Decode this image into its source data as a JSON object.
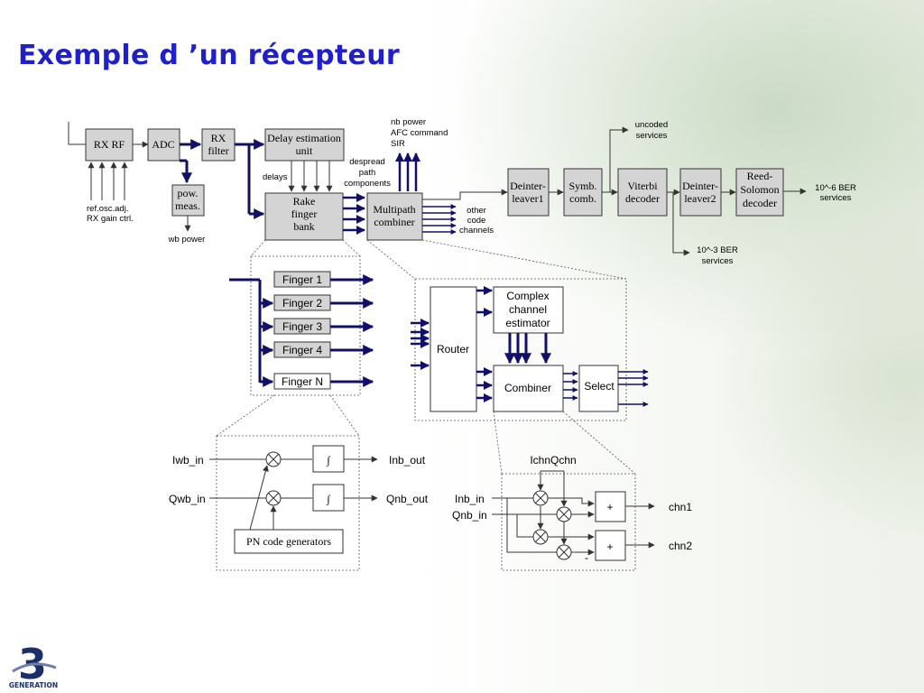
{
  "title": "Exemple d ’un récepteur",
  "blocks": {
    "rx_rf": "RX RF",
    "adc": "ADC",
    "rx_filter": [
      "RX",
      "filter"
    ],
    "delay_est": [
      "Delay estimation",
      "unit"
    ],
    "pow_meas": [
      "pow.",
      "meas."
    ],
    "rake": [
      "Rake",
      "finger",
      "bank"
    ],
    "multipath": [
      "Multipath",
      "combiner"
    ],
    "deint1": [
      "Deinter-",
      "leaver1"
    ],
    "symb": [
      "Symb.",
      "comb."
    ],
    "viterbi": [
      "Viterbi",
      "decoder"
    ],
    "deint2": [
      "Deinter-",
      "leaver2"
    ],
    "rs": [
      "Reed-",
      "Solomon",
      "decoder"
    ],
    "router": "Router",
    "cce": [
      "Complex",
      "channel",
      "estimator"
    ],
    "combiner": "Combiner",
    "select": "Select",
    "pn": "PN code generators"
  },
  "labels": {
    "ref_osc": "ref.osc.adj.",
    "rx_gain": "RX gain ctrl.",
    "wb_power": "wb power",
    "delays": "delays",
    "nb_power": "nb power",
    "afc": "AFC command",
    "sir": "SIR",
    "despread": [
      "despread",
      "path",
      "components"
    ],
    "other": [
      "other",
      "code",
      "channels"
    ],
    "uncoded": [
      "uncoded",
      "services"
    ],
    "ber6": [
      "10^-6 BER",
      "services"
    ],
    "ber3": [
      "10^-3 BER",
      "services"
    ],
    "iwb_in": "Iwb_in",
    "qwb_in": "Qwb_in",
    "inb_out": "Inb_out",
    "qnb_out": "Qnb_out",
    "ichnqchn": "IchnQchn",
    "inb_in": "Inb_in",
    "qnb_in": "Qnb_in",
    "chn1": "chn1",
    "chn2": "chn2",
    "plus": "+",
    "minus": "-",
    "integral": "∫"
  },
  "fingers": [
    "Finger 1",
    "Finger 2",
    "Finger 3",
    "Finger 4",
    "Finger N"
  ],
  "logo": {
    "mark": "3",
    "text": "GENERATION"
  },
  "colors": {
    "title": "#1f1fcc",
    "navy": "#10106a",
    "block_fill": "#d4d4d4"
  }
}
